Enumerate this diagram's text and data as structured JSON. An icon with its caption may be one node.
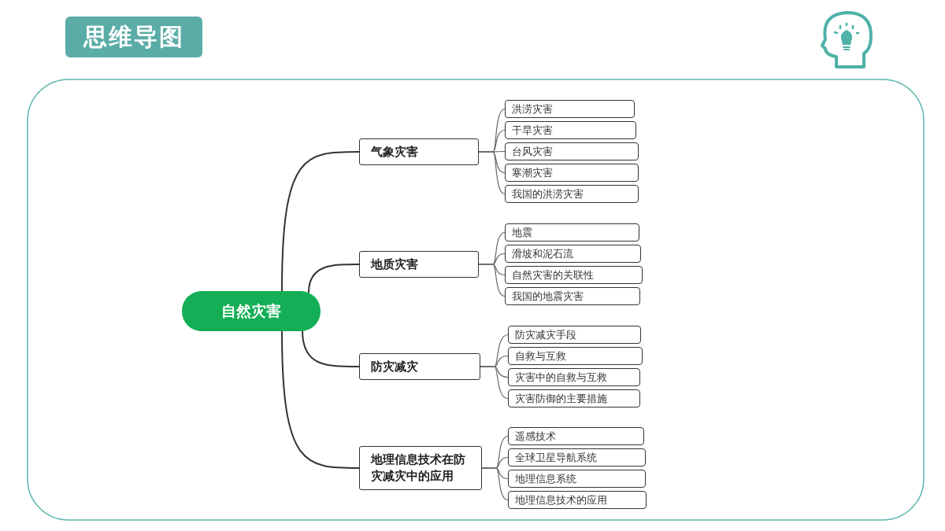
{
  "diagram": {
    "title": "思维导图",
    "nodes": [
      {
        "text": [
          "自然灾害"
        ]
      },
      {
        "text": [
          "气象灾害"
        ]
      },
      {
        "text": [
          "洪涝灾害"
        ]
      },
      {
        "text": [
          "干旱灾害"
        ]
      },
      {
        "text": [
          "台风灾害"
        ]
      },
      {
        "text": [
          "寒潮灾害"
        ]
      },
      {
        "text": [
          "我国的洪涝灾害"
        ]
      },
      {
        "text": [
          "地质灾害"
        ]
      },
      {
        "text": [
          "地震"
        ]
      },
      {
        "text": [
          "滑坡和泥石流"
        ]
      },
      {
        "text": [
          "自然灾害的关联性"
        ]
      },
      {
        "text": [
          "我国的地震灾害"
        ]
      },
      {
        "text": [
          "防灾减灾"
        ]
      },
      {
        "text": [
          "防灾减灾手段"
        ]
      },
      {
        "text": [
          "自救与互救"
        ]
      },
      {
        "text": [
          "灾害中的自救与互救"
        ]
      },
      {
        "text": [
          "灾害防御的主要措施"
        ]
      },
      {
        "text": [
          "地理信息技术在防灾减灾中的应用"
        ]
      },
      {
        "text": [
          "遥感技术"
        ]
      },
      {
        "text": [
          "全球卫星导航系统"
        ]
      },
      {
        "text": [
          "地理信息系统"
        ]
      },
      {
        "text": [
          "地理信息技术的应用"
        ]
      }
    ],
    "edges": [
      {
        "from": 0,
        "to": 1,
        "arrow": "none"
      },
      {
        "from": 1,
        "to": 2,
        "arrow": "none"
      },
      {
        "from": 1,
        "to": 3,
        "arrow": "none"
      },
      {
        "from": 1,
        "to": 4,
        "arrow": "none"
      },
      {
        "from": 1,
        "to": 5,
        "arrow": "none"
      },
      {
        "from": 1,
        "to": 6,
        "arrow": "none"
      },
      {
        "from": 0,
        "to": 7,
        "arrow": "none"
      },
      {
        "from": 7,
        "to": 8,
        "arrow": "none"
      },
      {
        "from": 7,
        "to": 9,
        "arrow": "none"
      },
      {
        "from": 7,
        "to": 10,
        "arrow": "none"
      },
      {
        "from": 7,
        "to": 11,
        "arrow": "none"
      },
      {
        "from": 0,
        "to": 12,
        "arrow": "none"
      },
      {
        "from": 12,
        "to": 13,
        "arrow": "none"
      },
      {
        "from": 12,
        "to": 14,
        "arrow": "none"
      },
      {
        "from": 12,
        "to": 15,
        "arrow": "none"
      },
      {
        "from": 12,
        "to": 16,
        "arrow": "none"
      },
      {
        "from": 0,
        "to": 17,
        "arrow": "none"
      },
      {
        "from": 17,
        "to": 18,
        "arrow": "none"
      },
      {
        "from": 17,
        "to": 19,
        "arrow": "none"
      },
      {
        "from": 17,
        "to": 20,
        "arrow": "none"
      },
      {
        "from": 17,
        "to": 21,
        "arrow": "none"
      }
    ]
  }
}
